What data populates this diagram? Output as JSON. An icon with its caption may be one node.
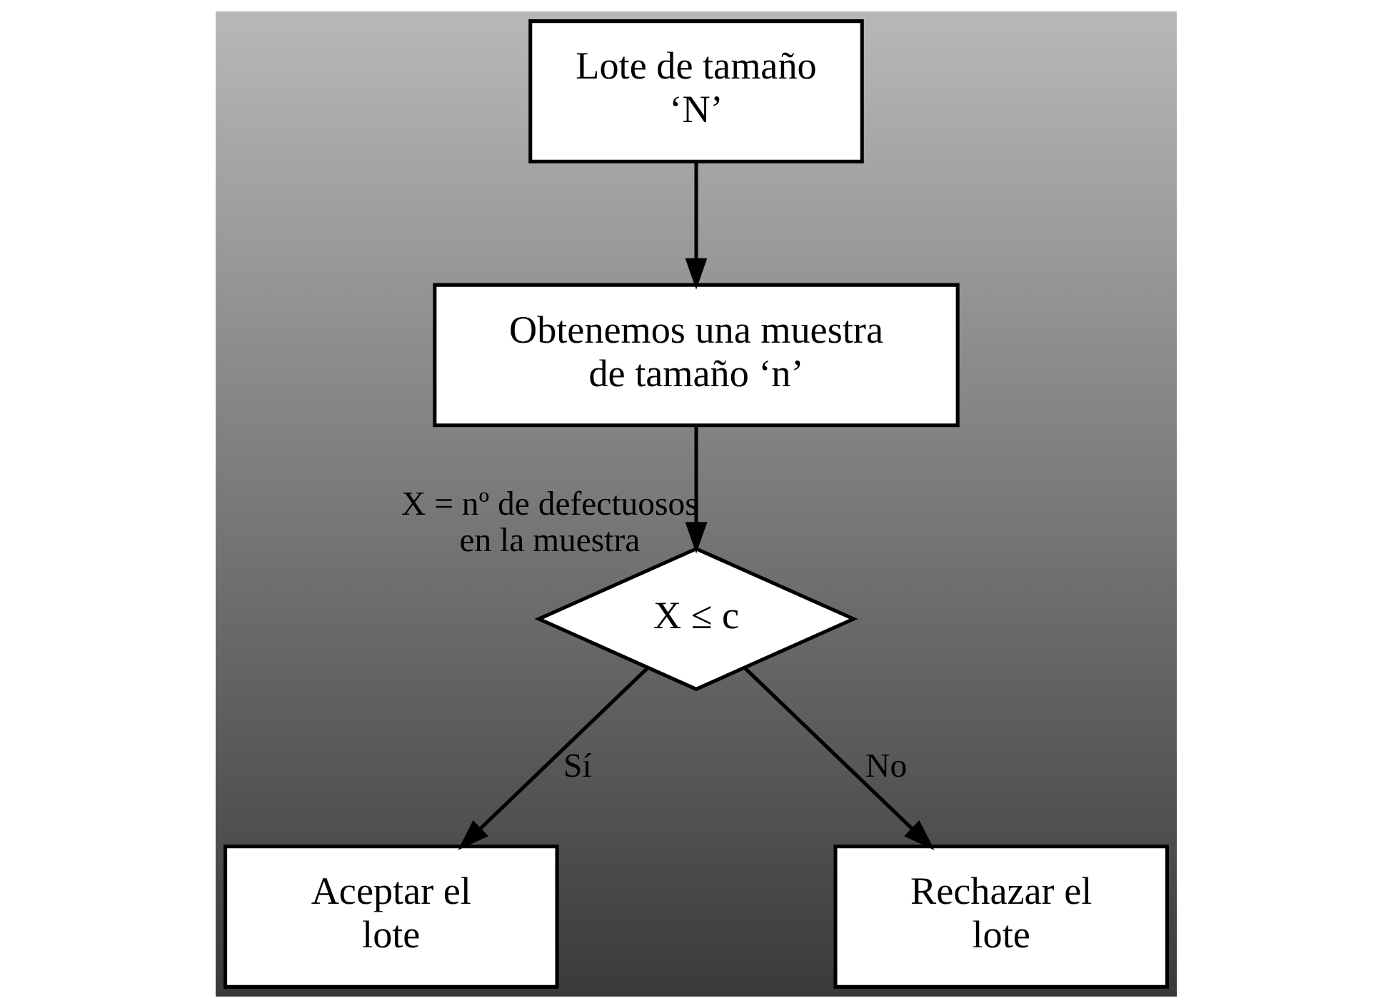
{
  "diagram": {
    "nodes": [
      {
        "text": [
          "Lote de tamaño ‘N’"
        ]
      },
      {
        "text": [
          "Obtenemos una muestra de tamaño ‘n’"
        ]
      },
      {
        "text": [
          "X ≤ c"
        ]
      },
      {
        "text": [
          "Aceptar el lote"
        ]
      },
      {
        "text": [
          "Rechazar el lote"
        ]
      }
    ],
    "edges": [
      {
        "from": 0,
        "to": 1,
        "arrow": "to"
      },
      {
        "from": 1,
        "to": 2,
        "arrow": "to",
        "label": "X = nº de defectuosos en la muestra"
      },
      {
        "from": 2,
        "to": 3,
        "arrow": "to",
        "label": "Sí"
      },
      {
        "from": 2,
        "to": 4,
        "arrow": "to",
        "label": "No"
      }
    ]
  }
}
